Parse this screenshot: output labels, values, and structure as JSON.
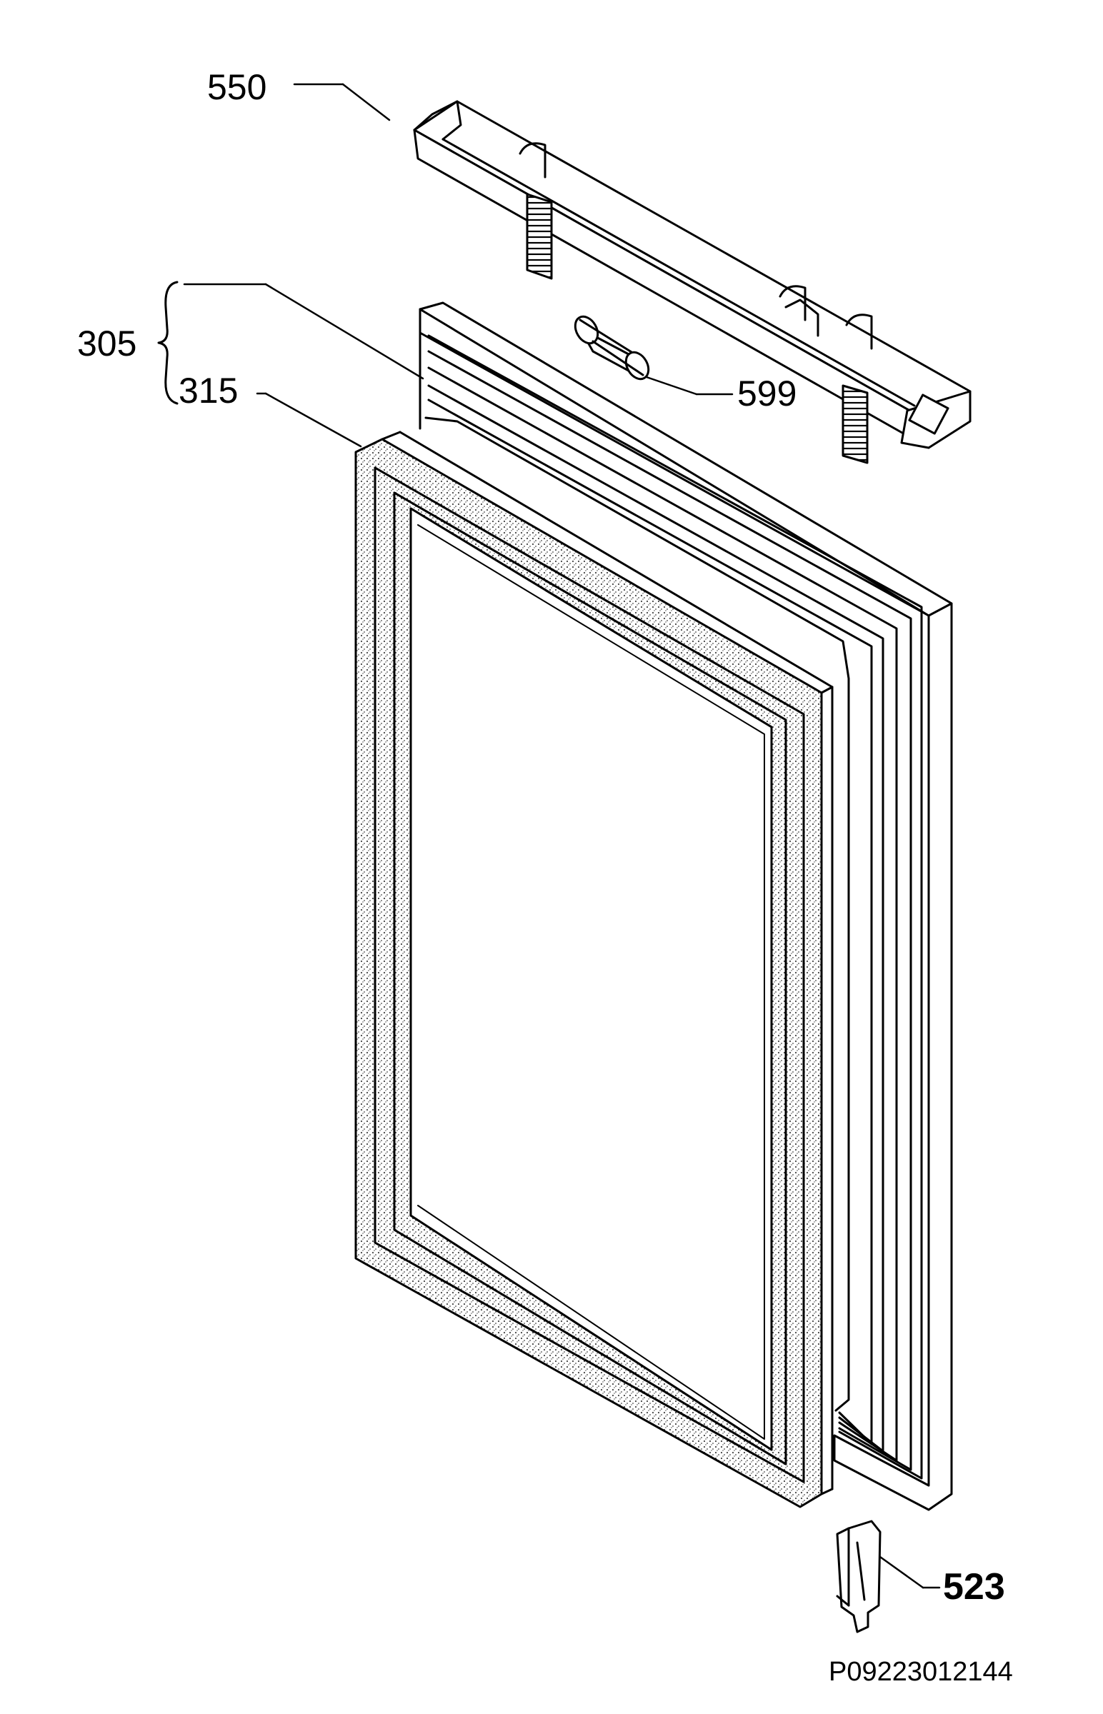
{
  "labels": {
    "part_550": "550",
    "part_305": "305",
    "part_315": "315",
    "part_599": "599",
    "part_523": "523",
    "drawing_code": "P09223012144"
  },
  "colors": {
    "line": "#000000",
    "background": "#ffffff",
    "stipple": "#555555"
  }
}
